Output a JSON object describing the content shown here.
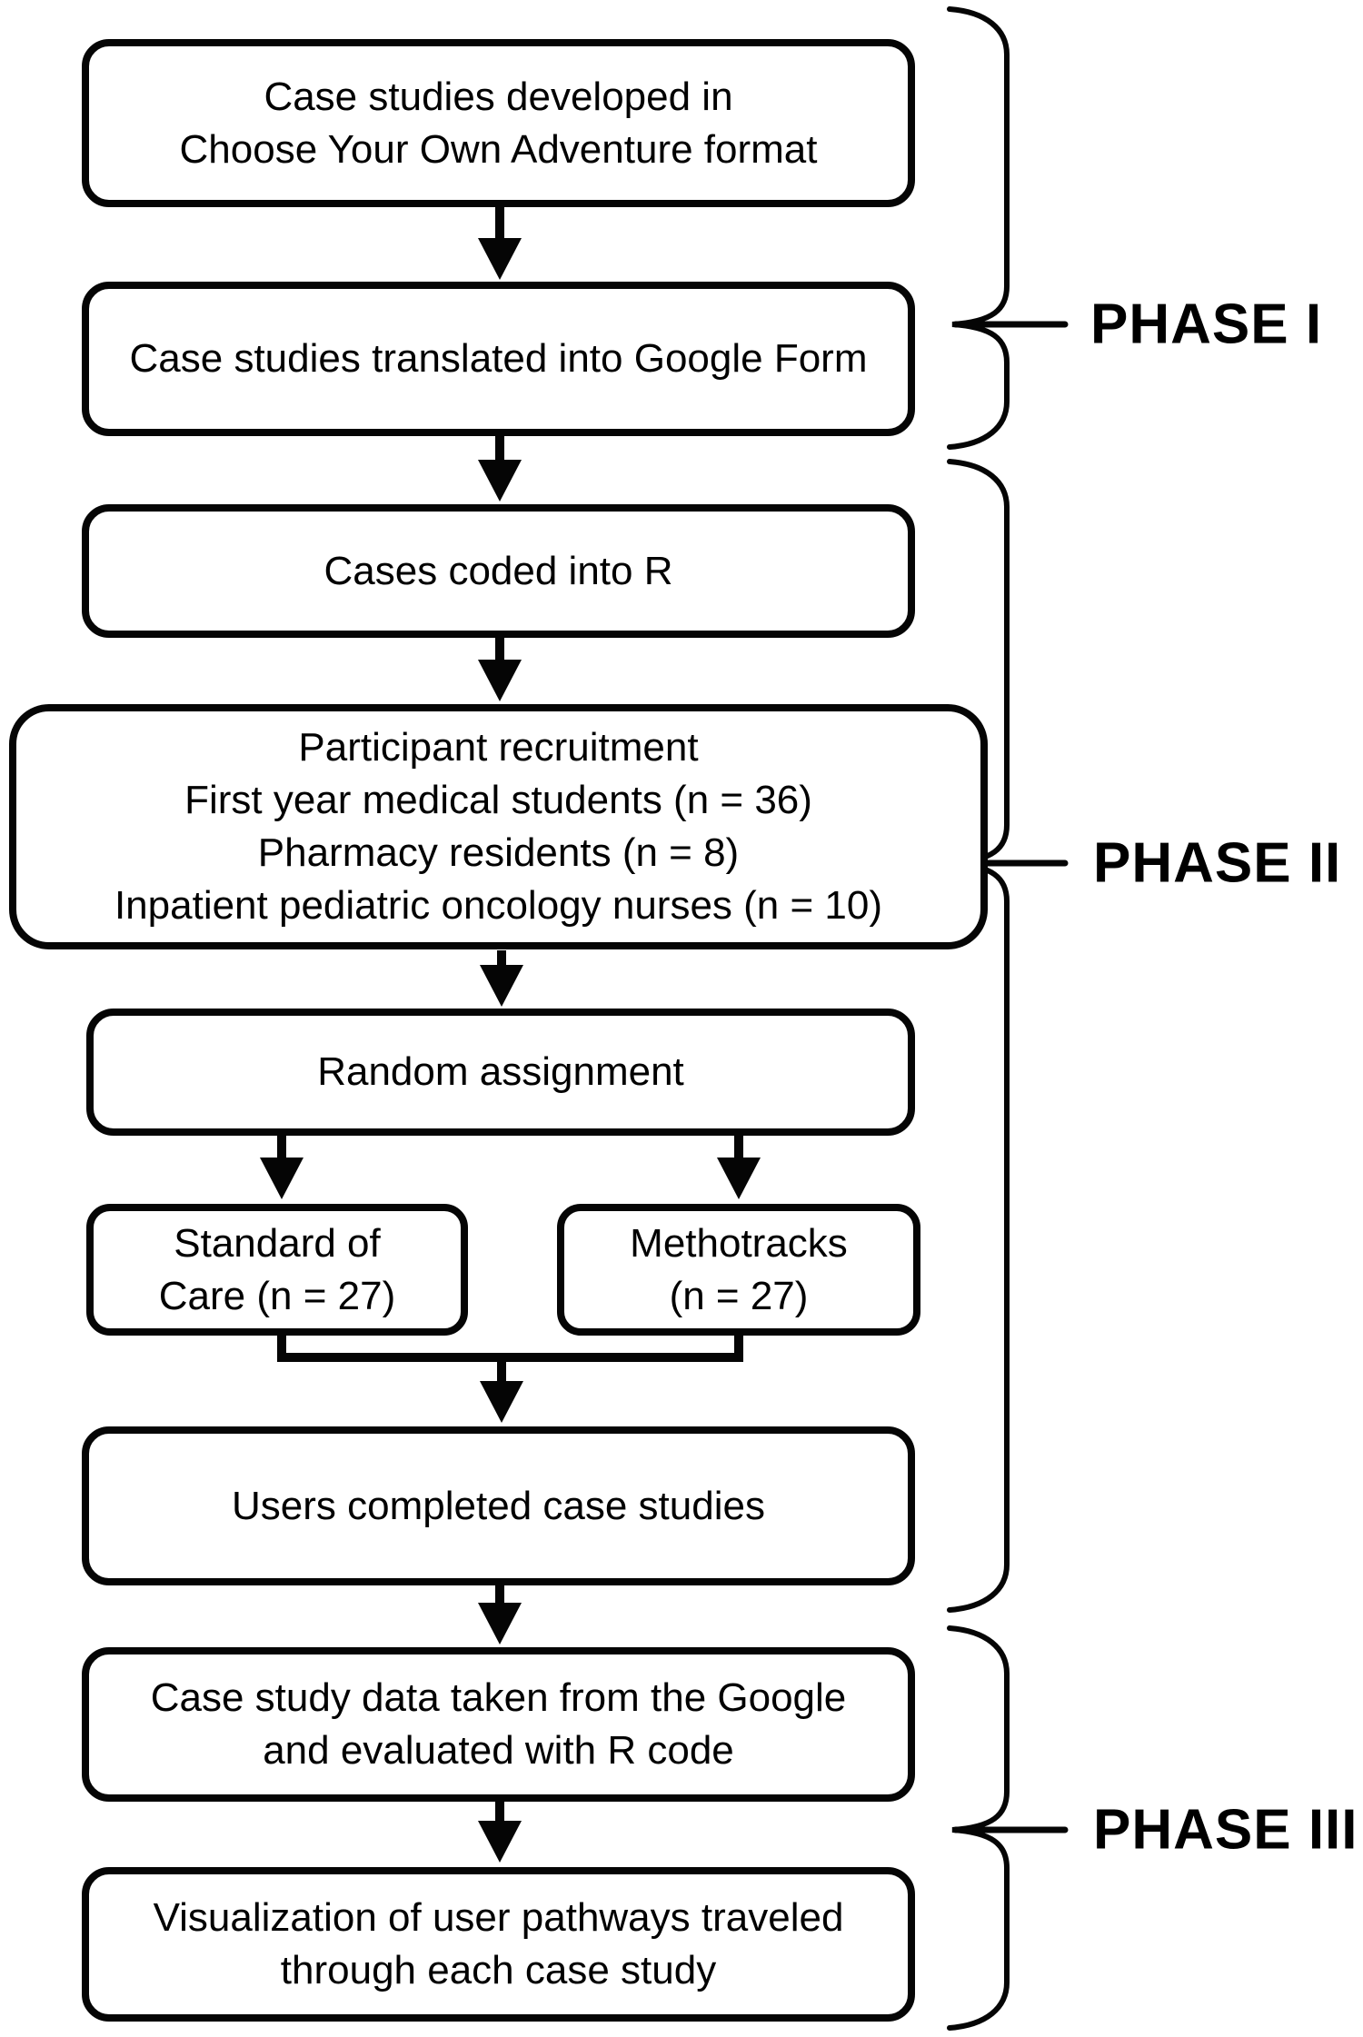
{
  "flow": {
    "boxes": [
      {
        "name": "case-studies-developed",
        "lines": [
          "Case studies developed in",
          "Choose Your Own Adventure format"
        ]
      },
      {
        "name": "case-studies-translated",
        "lines": [
          "Case studies translated into Google Form"
        ]
      },
      {
        "name": "cases-coded",
        "lines": [
          "Cases coded into R"
        ]
      },
      {
        "name": "participant-recruitment",
        "lines": [
          "Participant recruitment",
          "First year medical students (n = 36)",
          "Pharmacy residents (n = 8)",
          "Inpatient pediatric oncology nurses (n = 10)"
        ]
      },
      {
        "name": "random-assignment",
        "lines": [
          "Random assignment"
        ]
      },
      {
        "name": "standard-of-care",
        "lines": [
          "Standard of",
          "Care (n = 27)"
        ]
      },
      {
        "name": "methotracks",
        "lines": [
          "Methotracks",
          "(n = 27)"
        ]
      },
      {
        "name": "users-completed",
        "lines": [
          "Users completed case studies"
        ]
      },
      {
        "name": "data-evaluated",
        "lines": [
          "Case study data taken from the Google",
          "and evaluated with R code"
        ]
      },
      {
        "name": "visualization",
        "lines": [
          "Visualization of user pathways traveled",
          "through each case study"
        ]
      }
    ],
    "phases": [
      {
        "label": "PHASE I"
      },
      {
        "label": "PHASE II"
      },
      {
        "label": "PHASE III"
      }
    ],
    "icons": {
      "down_arrow": "▼",
      "curly_brace": "}"
    },
    "colors": {
      "stroke": "#050505",
      "background": "#ffffff",
      "text": "#000000"
    }
  }
}
